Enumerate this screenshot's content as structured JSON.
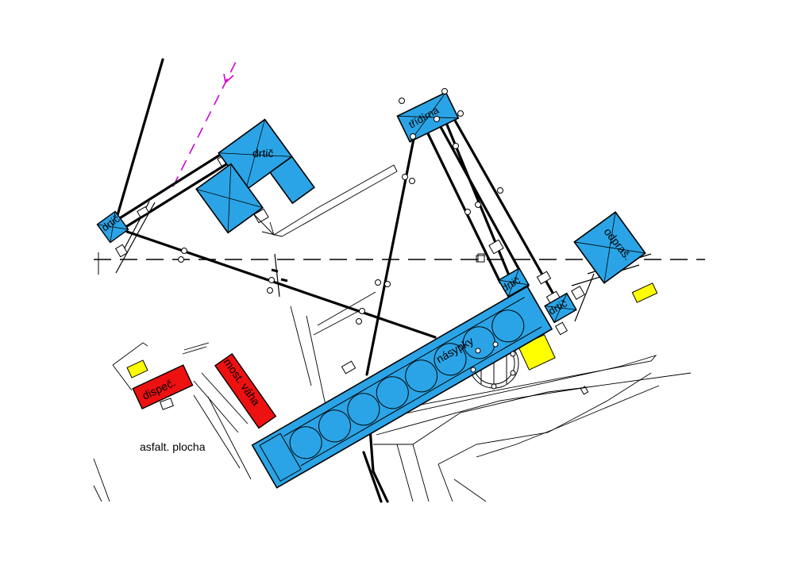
{
  "colors": {
    "blue": "#2aa4e6",
    "red": "#ee1111",
    "yellow": "#ffff00",
    "magenta": "#d200d2",
    "line": "#000000"
  },
  "labels": {
    "crusher_top": "drtič",
    "crusher_left": "drtič",
    "crusher_mid": "drtič",
    "crusher_right": "drtič",
    "sorter": "třídírna",
    "dedusting": "odpraš.",
    "hoppers": "násypky",
    "dispatch": "dispeč.",
    "scale": "most. váha",
    "asphalt": "asfalt. plocha"
  }
}
